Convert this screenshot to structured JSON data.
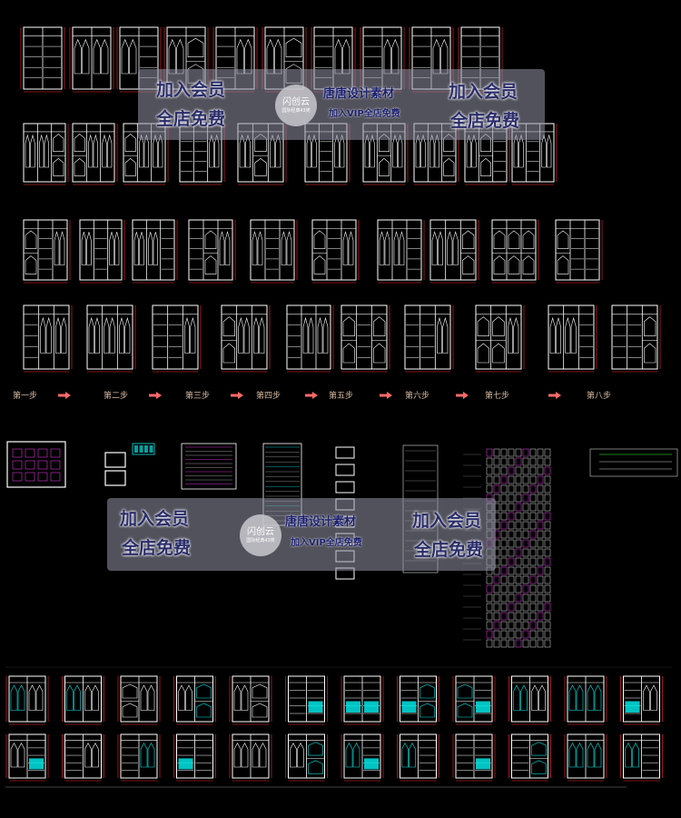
{
  "steps": [
    "第一步",
    "第二步",
    "第三步",
    "第四步",
    "第五步",
    "第六步",
    "第七步",
    "第八步"
  ],
  "watermark": {
    "join": "加入会员",
    "free": "全店免费",
    "logo_name": "闪创云",
    "logo_sub": "国际经典43类",
    "shop": "唐唐设计素材",
    "vip": "加入VIP全店免费"
  },
  "colors": {
    "background": "#000000",
    "frame": "#ffffff",
    "dimension": "#ff2a2a",
    "highlight": "#00e5e5",
    "step_arrow": "#ff6a6a",
    "magenta": "#ff40ff"
  }
}
